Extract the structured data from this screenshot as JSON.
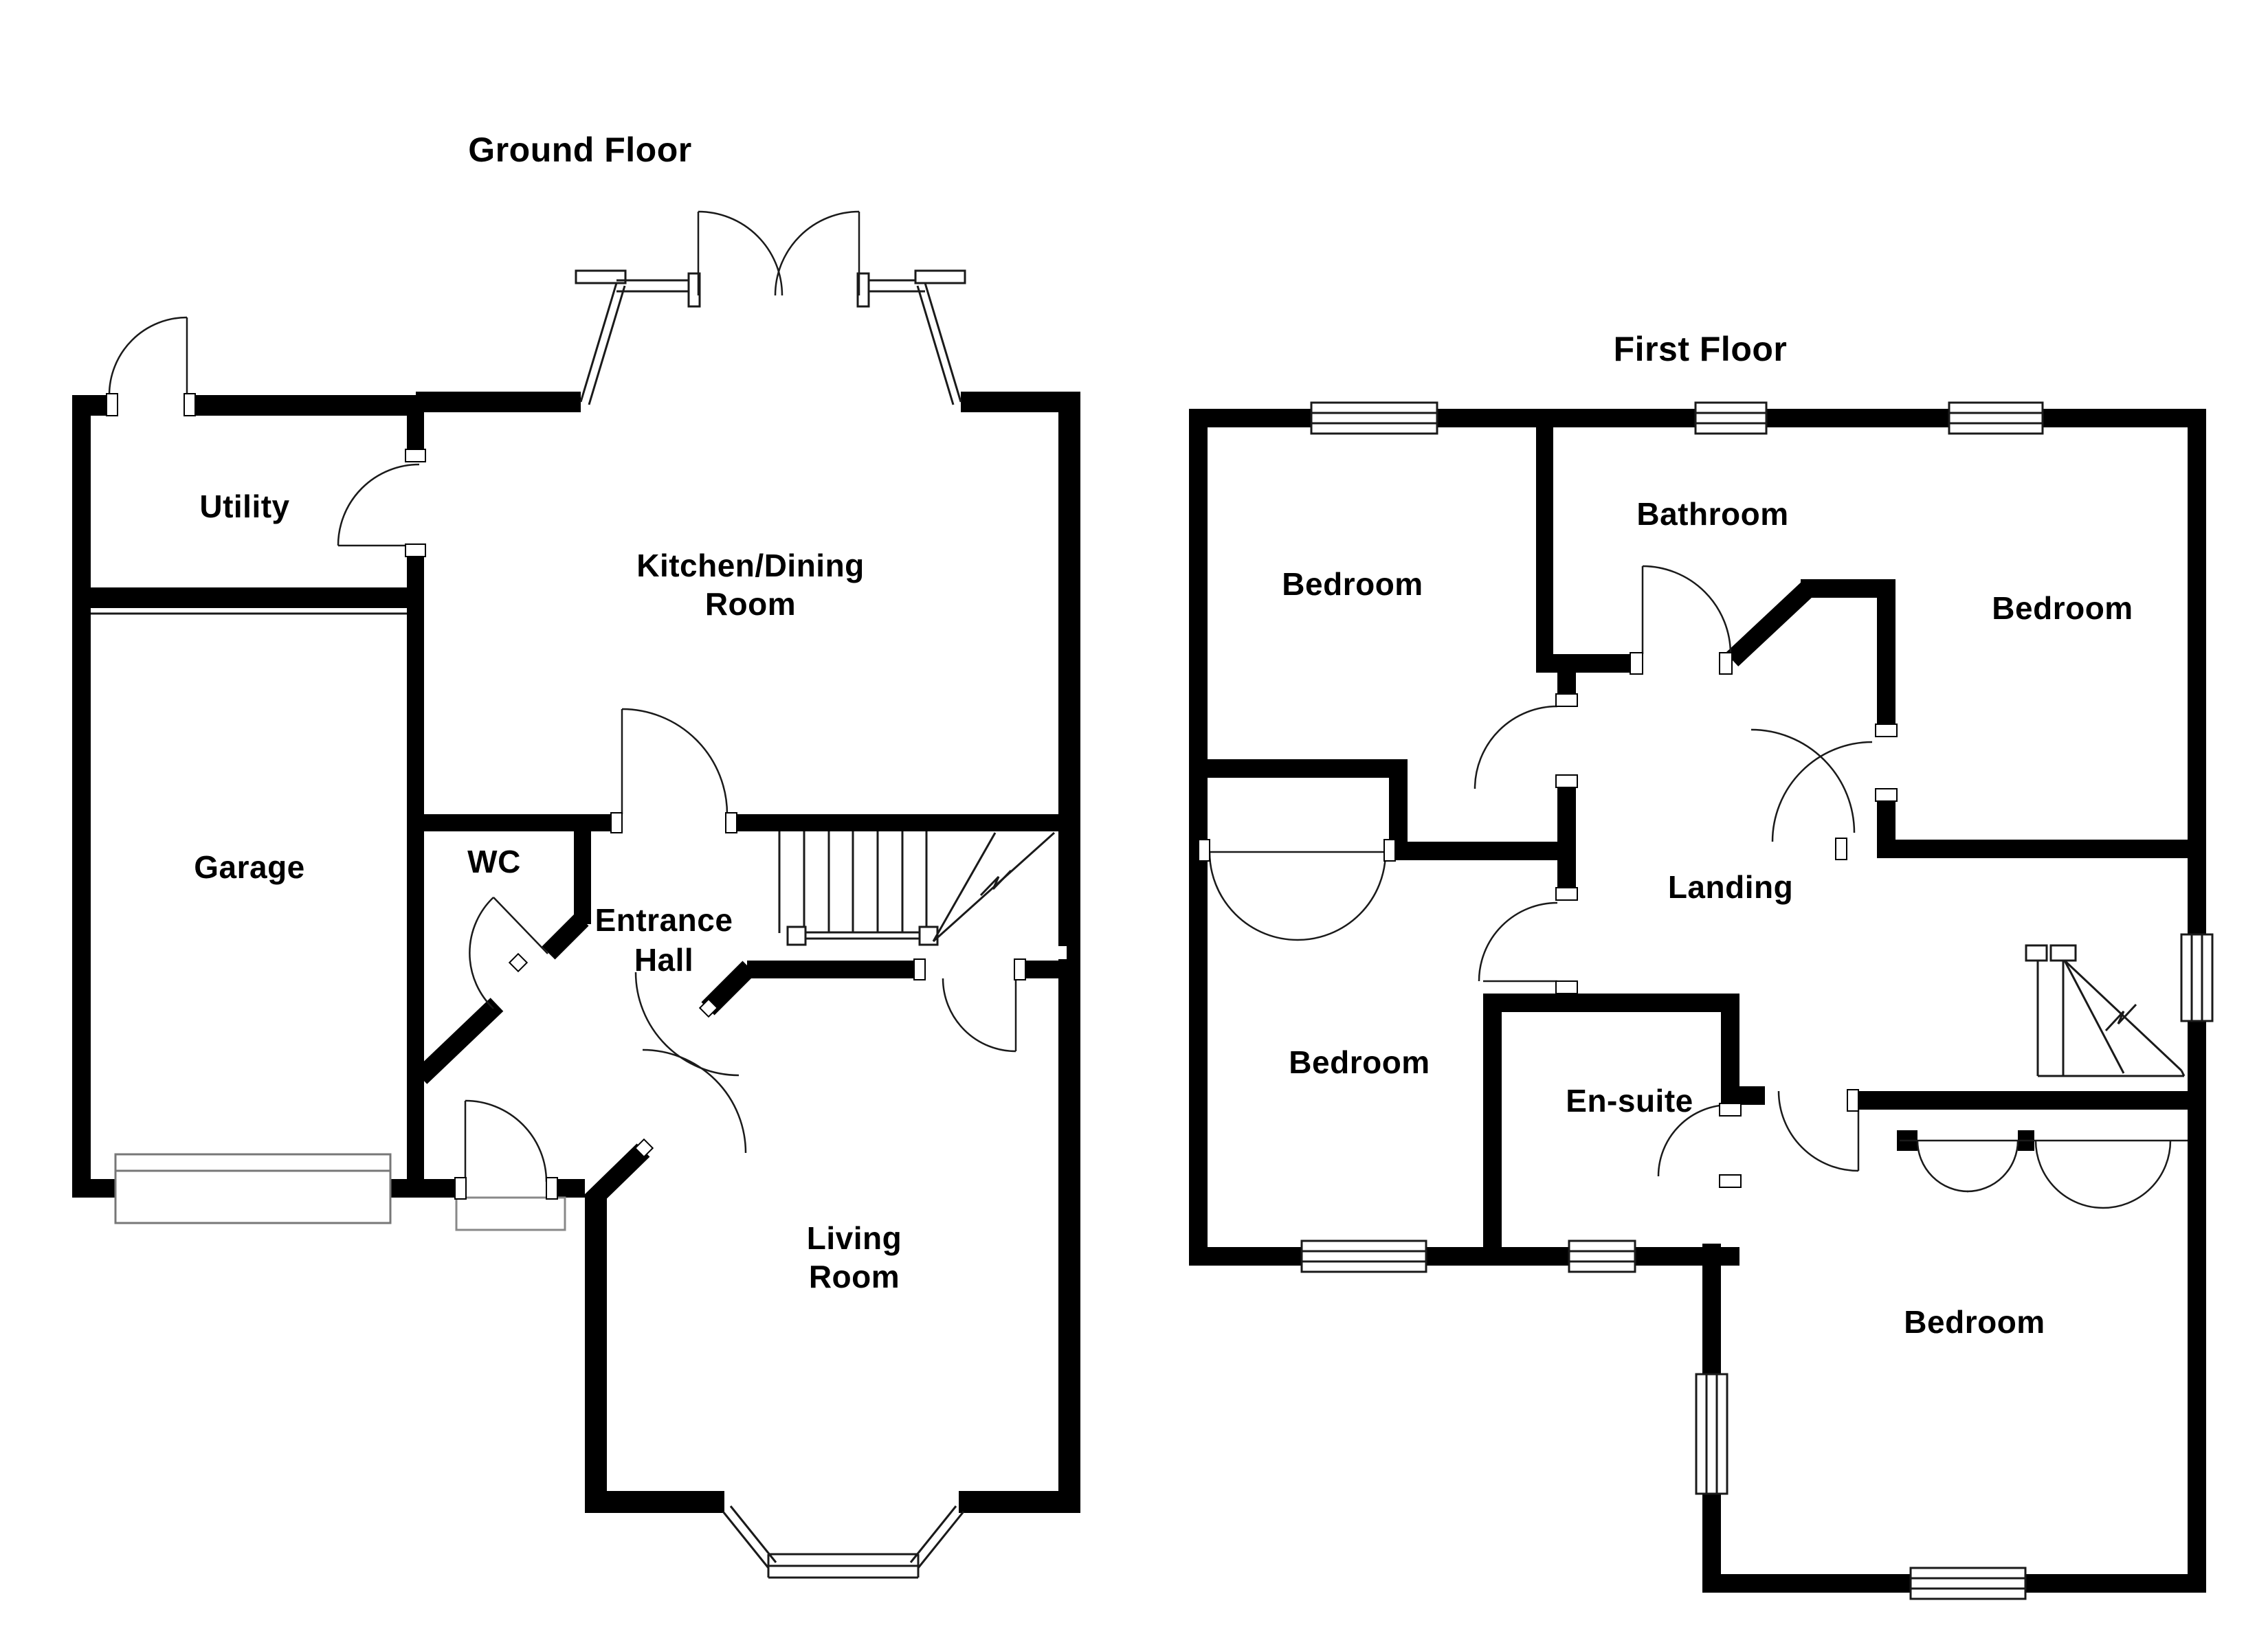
{
  "document": {
    "type": "floor-plan",
    "background_color": "#ffffff",
    "wall_color": "#000000",
    "line_color": "#1a1a1a",
    "window_border_color": "#888888"
  },
  "ground_floor": {
    "title": "Ground Floor",
    "rooms": {
      "utility": "Utility",
      "garage": "Garage",
      "wc": "WC",
      "kitchen_line1": "Kitchen/Dining",
      "kitchen_line2": "Room",
      "entrance_line1": "Entrance",
      "entrance_line2": "Hall",
      "living_line1": "Living",
      "living_line2": "Room"
    }
  },
  "first_floor": {
    "title": "First Floor",
    "rooms": {
      "bedroom_top_left": "Bedroom",
      "bathroom": "Bathroom",
      "bedroom_top_right": "Bedroom",
      "landing": "Landing",
      "bedroom_bottom_left": "Bedroom",
      "ensuite": "En-suite",
      "bedroom_bottom_right": "Bedroom"
    }
  }
}
